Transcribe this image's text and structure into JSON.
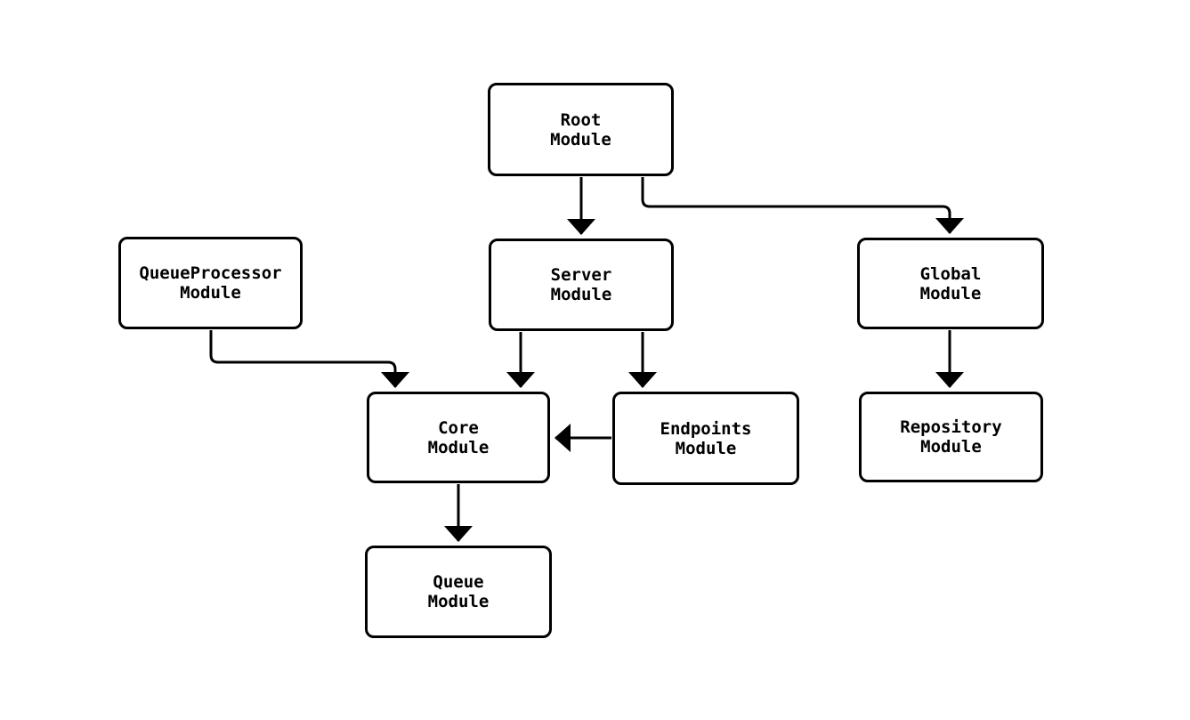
{
  "diagram": {
    "type": "module-dependency-flowchart",
    "background_color": "#ffffff",
    "stroke_color": "#000000",
    "nodes": [
      {
        "id": "root",
        "line1": "Root",
        "line2": "Module"
      },
      {
        "id": "queueprocessor",
        "line1": "QueueProcessor",
        "line2": "Module"
      },
      {
        "id": "server",
        "line1": "Server",
        "line2": "Module"
      },
      {
        "id": "global",
        "line1": "Global",
        "line2": "Module"
      },
      {
        "id": "core",
        "line1": "Core",
        "line2": "Module"
      },
      {
        "id": "endpoints",
        "line1": "Endpoints",
        "line2": "Module"
      },
      {
        "id": "repository",
        "line1": "Repository",
        "line2": "Module"
      },
      {
        "id": "queue",
        "line1": "Queue",
        "line2": "Module"
      }
    ],
    "edges": [
      {
        "from": "Root Module",
        "to": "Server Module"
      },
      {
        "from": "Root Module",
        "to": "Global Module"
      },
      {
        "from": "QueueProcessor Module",
        "to": "Core Module"
      },
      {
        "from": "Server Module",
        "to": "Core Module"
      },
      {
        "from": "Server Module",
        "to": "Endpoints Module"
      },
      {
        "from": "Endpoints Module",
        "to": "Core Module"
      },
      {
        "from": "Global Module",
        "to": "Repository Module"
      },
      {
        "from": "Core Module",
        "to": "Queue Module"
      }
    ]
  }
}
